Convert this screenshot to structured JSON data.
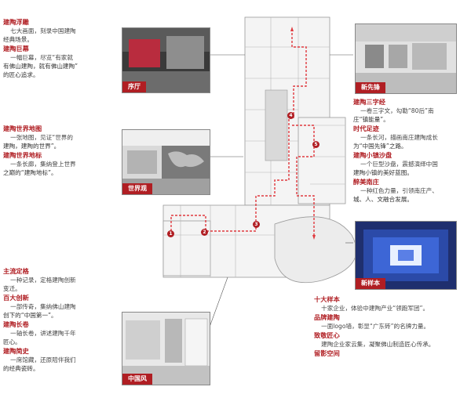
{
  "left_text": {
    "sections": [
      {
        "heading": "建陶浮雕",
        "body": [
          "七大画面，刻录中国建陶",
          "经典场景。"
        ]
      },
      {
        "heading": "建陶巨幕",
        "body": [
          "一幅巨幕，尽览“有家就",
          "有佛山建陶，就有佛山建陶”",
          "的匠心追求。"
        ]
      },
      {
        "heading": "建陶世界地图",
        "body": [
          "一张地图，见证“世界的",
          "建陶，建陶的世界”。"
        ]
      },
      {
        "heading": "建陶世界地标",
        "body": [
          "一条长廊，集纳登上世界",
          "之巅的“建陶地标”。"
        ]
      },
      {
        "heading": "主流定格",
        "body": [
          "一种记录，定格建陶创新",
          "变迁。"
        ]
      },
      {
        "heading": "百大创新",
        "body": [
          "一部传奇，集纳佛山建陶",
          "创下的“中国第一”。"
        ]
      },
      {
        "heading": "建陶长卷",
        "body": [
          "一轴长卷，讲述建陶千年",
          "匠心。"
        ]
      },
      {
        "heading": "建陶简史",
        "body": [
          "一席馆藏，还原陪伴我们",
          "的经典瓷砖。"
        ]
      }
    ]
  },
  "right_text": {
    "sections": [
      {
        "heading": "建陶三字经",
        "body": [
          "一卷三字文，勾勒“80后”南",
          "庄“镇能量”。"
        ]
      },
      {
        "heading": "时代足迹",
        "body": [
          "一条长河，描画南庄建陶成长",
          "为“中国先锋”之路。"
        ]
      },
      {
        "heading": "建陶小镇沙盘",
        "body": [
          "一个巨型沙盘，震撼演绎中国",
          "建陶小镇的美好蓝图。"
        ]
      },
      {
        "heading": "醉美南庄",
        "body": [
          "一种红色力量，引领南庄产、",
          "城、人、文融合发展。"
        ]
      }
    ]
  },
  "bottom_right_text": {
    "sections": [
      {
        "heading": "十大样本",
        "body": [
          "十家企业，体验中建陶产业“领跑军团”。"
        ]
      },
      {
        "heading": "品牌建陶",
        "body": [
          "一面logo墙，彰显“广东砖”的名牌力量。"
        ]
      },
      {
        "heading": "致敬匠心",
        "body": [
          "建陶企业家云集，凝聚佛山制造匠心传承。"
        ]
      },
      {
        "heading": "留影空间",
        "body": []
      }
    ]
  },
  "photos": {
    "xuting": {
      "caption": "序厅"
    },
    "shijieguan": {
      "caption": "世界观"
    },
    "zhongguofeng": {
      "caption": "中国风"
    },
    "xinxianfeng": {
      "caption": "新先锋"
    },
    "xinyangben": {
      "caption": "新样本"
    }
  },
  "markers": [
    "1",
    "2",
    "3",
    "4",
    "5"
  ],
  "colors": {
    "accent": "#b01e23",
    "route": "#e0393e",
    "plan_line": "#9a9a9a"
  }
}
